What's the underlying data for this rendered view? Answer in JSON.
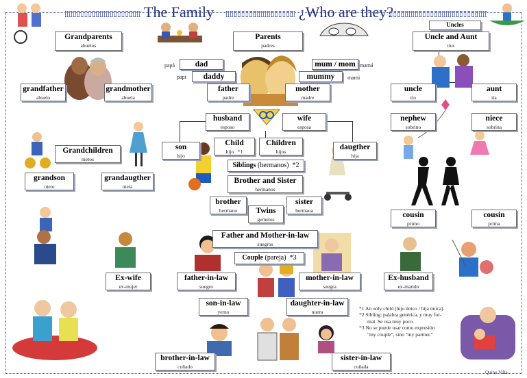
{
  "header": {
    "title_left": "The Family",
    "title_right": "¿Who are they?"
  },
  "boxes": {
    "grandparents": {
      "en": "Grandparents",
      "es": "abuelos"
    },
    "parents": {
      "en": "Parents",
      "es": "padres"
    },
    "uncles_tag": {
      "en": "Uncles",
      "es": ""
    },
    "uncle_aunt": {
      "en": "Uncle and Aunt",
      "es": "tíos"
    },
    "dad": {
      "en": "dad",
      "es": ""
    },
    "daddy": {
      "en": "daddy",
      "es": ""
    },
    "mum": {
      "en": "mum / mom",
      "es": ""
    },
    "mummy": {
      "en": "mummy",
      "es": ""
    },
    "grandfather": {
      "en": "grandfather",
      "es": "abuelo"
    },
    "grandmother": {
      "en": "grandmother",
      "es": "abuela"
    },
    "father": {
      "en": "father",
      "es": "padre"
    },
    "mother": {
      "en": "mother",
      "es": "madre"
    },
    "uncle": {
      "en": "uncle",
      "es": "tío"
    },
    "aunt": {
      "en": "aunt",
      "es": "tía"
    },
    "husband": {
      "en": "husband",
      "es": "esposo"
    },
    "wife": {
      "en": "wife",
      "es": "esposa"
    },
    "nephew": {
      "en": "nephew",
      "es": "sobrino"
    },
    "niece": {
      "en": "niece",
      "es": "sobrina"
    },
    "son": {
      "en": "son",
      "es": "hijo"
    },
    "child": {
      "en": "Child",
      "es": "hijo"
    },
    "children": {
      "en": "Children",
      "es": "hijos"
    },
    "daughter": {
      "en": "daugther",
      "es": "hija"
    },
    "grandchildren": {
      "en": "Grandchildren",
      "es": "nietos"
    },
    "siblings": {
      "en": "Siblings",
      "es": "(hermanos)"
    },
    "brother_sister": {
      "en": "Brother and Sister",
      "es": "hermanos"
    },
    "grandson": {
      "en": "grandson",
      "es": "nieto"
    },
    "granddaughter": {
      "en": "grandaugther",
      "es": "nieta"
    },
    "brother": {
      "en": "brother",
      "es": "hermano"
    },
    "sister": {
      "en": "sister",
      "es": "hermana"
    },
    "twins": {
      "en": "Twins",
      "es": "gemelos"
    },
    "cousin_m": {
      "en": "cousin",
      "es": "primo"
    },
    "cousin_f": {
      "en": "cousin",
      "es": "prima"
    },
    "fm_in_law": {
      "en": "Father and Mother-in-law",
      "es": "suegros"
    },
    "couple": {
      "en": "Couple",
      "es": "(pareja)"
    },
    "ex_wife": {
      "en": "Ex-wife",
      "es": "ex-mujer"
    },
    "father_in_law": {
      "en": "father-in-law",
      "es": "suegro"
    },
    "mother_in_law": {
      "en": "mother-in-law",
      "es": "suegra"
    },
    "ex_husband": {
      "en": "Ex-husband",
      "es": "ex-marido"
    },
    "son_in_law": {
      "en": "son-in-law",
      "es": "yerno"
    },
    "daughter_in_law": {
      "en": "daughter-in-law",
      "es": "nuera"
    },
    "brother_in_law": {
      "en": "brother-in-law",
      "es": "cuñado"
    },
    "sister_in_law": {
      "en": "sister-in-law",
      "es": "cuñada"
    }
  },
  "inline": {
    "papa": "papá",
    "papi": "papi",
    "mama": "mamá",
    "mami": "mami",
    "mark1": "*1",
    "mark2": "*2",
    "mark3": "*3"
  },
  "notes": [
    "*1 An only child (hijo único / hija única).",
    "*2 Sibling: palabra genérica, y muy for-",
    "mal. Se usa muy poco.",
    "*3 No se puede usar como expresión",
    "\"my couple\", sino \"my partner.\""
  ],
  "credit": "Quino Villa"
}
